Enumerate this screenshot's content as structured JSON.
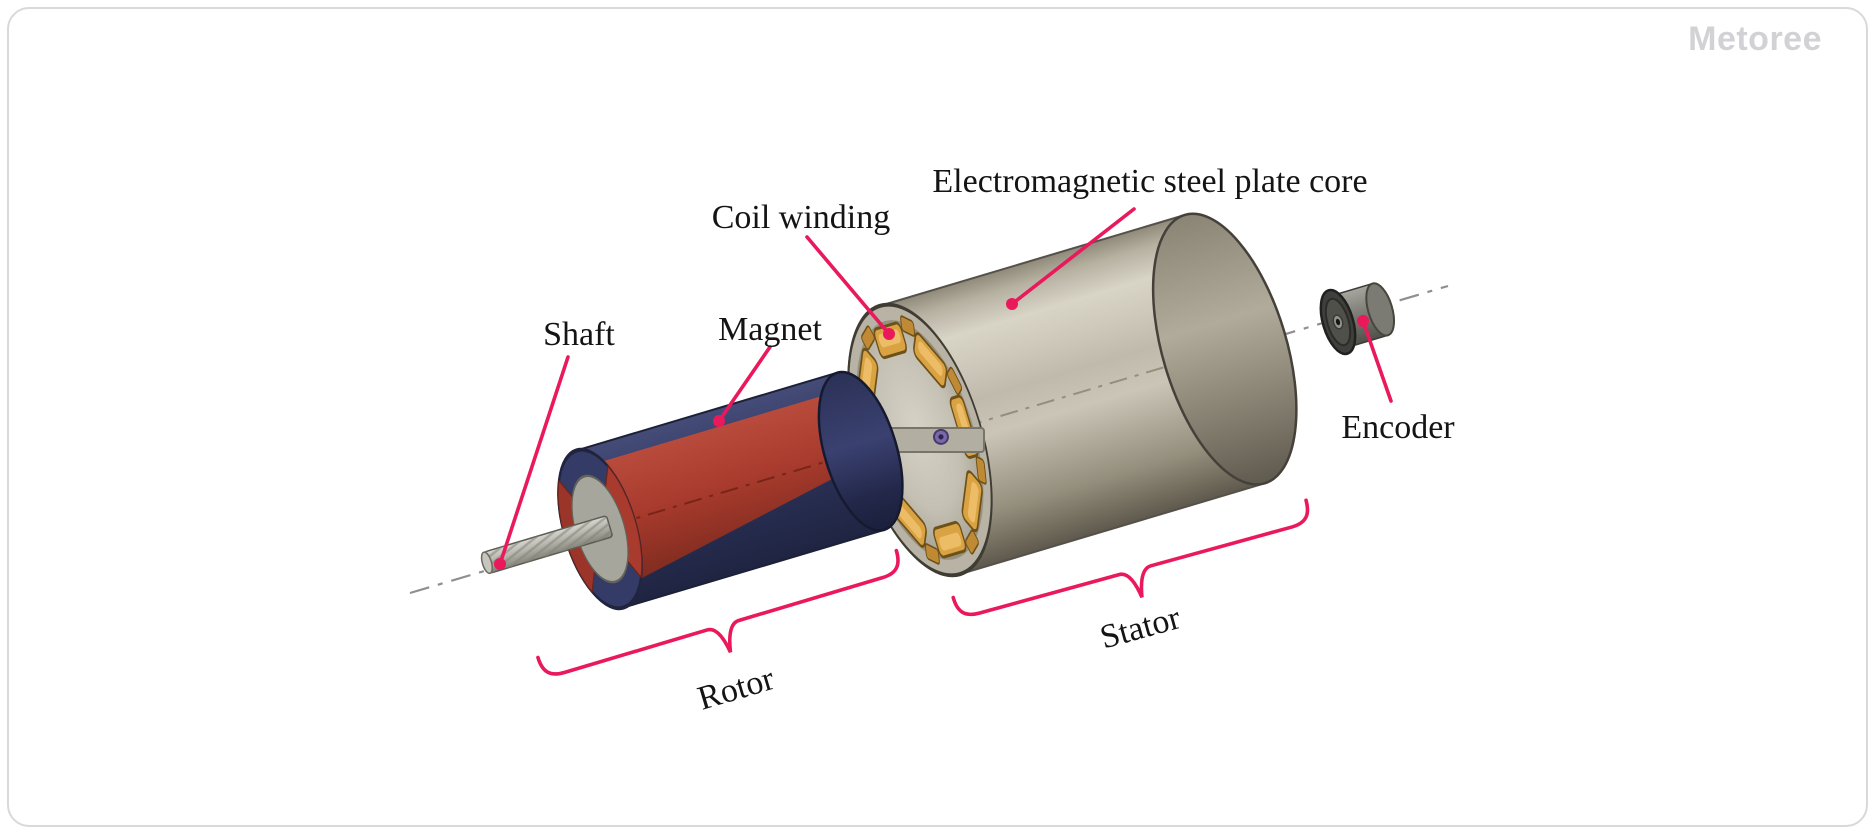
{
  "brand": {
    "logo_text": "Metoree"
  },
  "figure": {
    "labels": {
      "shaft": "Shaft",
      "magnet": "Magnet",
      "coil_winding": "Coil winding",
      "steel_core": "Electromagnetic steel plate core",
      "encoder": "Encoder",
      "rotor": "Rotor",
      "stator": "Stator"
    },
    "colors": {
      "leader_pink": "#E9195C",
      "magnet_red": "#A83B2D",
      "magnet_blue": "#333A64",
      "stator_gray": "#BFBAAC",
      "coil_gold": "#D9A243",
      "encoder_gray": "#55554E",
      "logo_gray": "#D2D2D6"
    }
  }
}
